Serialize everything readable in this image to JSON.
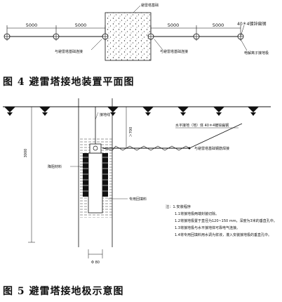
{
  "figure4": {
    "caption": "图 4 避雷塔接地装置平面图",
    "labels": {
      "top_block": "避雷塔基础",
      "dim_left_1": "5000",
      "dim_left_2": "5000",
      "dim_right_1": "5000",
      "dim_right_2": "5000",
      "flat_steel": "40＊4镀锌扁钢",
      "left_point": "与避雷塔基础连接",
      "right_point": "与避雷塔基础连接",
      "end_electrode": "电解离子接地极"
    }
  },
  "figure5": {
    "caption": "图 5 避雷塔接地极示意图",
    "labels": {
      "ground_line": "接地线",
      "flat_steel": "水平接地（地）体 40＊4镀锌扁钢",
      "dim_700": "＞700",
      "depth_label": "3000",
      "connect_label": "与避雷塔基础钢筋焊接",
      "backfill": "降阻材料",
      "filler": "专用回填料",
      "diameter": "Φ 80"
    },
    "notes": {
      "title": "注：1.安装程序",
      "lines": [
        "1.1将接地极两端封装切除。",
        "1.2将接地极置于直径为120~150 mm，深度为3米的垂直孔中。",
        "1.3将接地极与水平接地体可靠电气连接。",
        "1.4将专用回填料用水调为浆液，灌入安装接地极的垂直孔中。"
      ]
    }
  }
}
